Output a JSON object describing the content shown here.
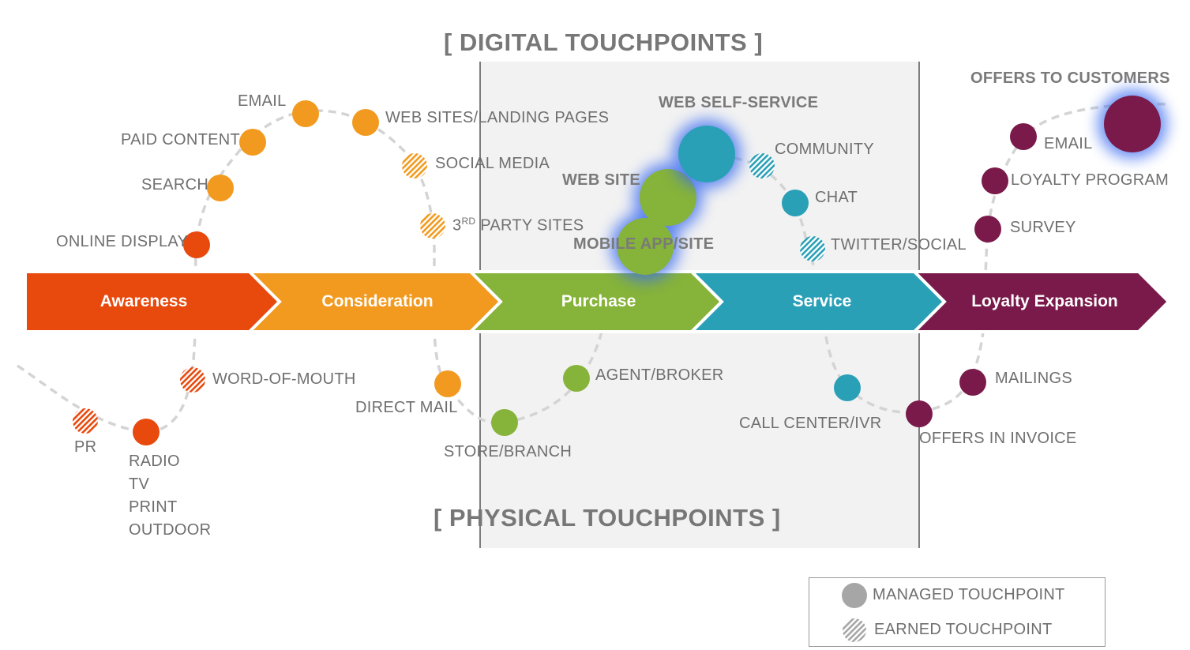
{
  "headings": {
    "digital": "[ DIGITAL TOUCHPOINTS ]",
    "physical": "[ PHYSICAL TOUCHPOINTS ]"
  },
  "stages": [
    {
      "label": "Awareness",
      "color": "#e8490d"
    },
    {
      "label": "Consideration",
      "color": "#f29a1f"
    },
    {
      "label": "Purchase",
      "color": "#86b339"
    },
    {
      "label": "Service",
      "color": "#2aa0b7"
    },
    {
      "label": "Loyalty Expansion",
      "color": "#7a1a4a"
    }
  ],
  "touchpoints": {
    "awareness": {
      "online_display": "ONLINE DISPLAY",
      "word_of_mouth": "WORD-OF-MOUTH",
      "pr": "PR",
      "radio": "RADIO",
      "tv": "TV",
      "print": "PRINT",
      "outdoor": "OUTDOOR"
    },
    "consideration": {
      "search": "SEARCH",
      "paid_content": "PAID CONTENT",
      "email": "EMAIL",
      "web_sites": "WEB SITES/LANDING PAGES",
      "social_media": "SOCIAL MEDIA",
      "third_party_prefix": "3",
      "third_party_sup": "RD",
      "third_party_rest": " PARTY SITES",
      "direct_mail": "DIRECT MAIL"
    },
    "purchase": {
      "web_site": "WEB SITE",
      "mobile_app": "MOBILE APP/SITE",
      "agent_broker": "AGENT/BROKER",
      "store_branch": "STORE/BRANCH"
    },
    "service": {
      "web_self_service": "WEB SELF-SERVICE",
      "community": "COMMUNITY",
      "chat": "CHAT",
      "twitter_social": "TWITTER/SOCIAL",
      "call_center": "CALL CENTER/IVR"
    },
    "loyalty": {
      "offers_to_customers": "OFFERS TO CUSTOMERS",
      "email": "EMAIL",
      "loyalty_program": "LOYALTY PROGRAM",
      "survey": "SURVEY",
      "mailings": "MAILINGS",
      "offers_in_invoice": "OFFERS IN INVOICE"
    }
  },
  "legend": {
    "managed": "MANAGED TOUCHPOINT",
    "earned": "EARNED TOUCHPOINT"
  },
  "colors": {
    "awareness": "#e8490d",
    "consideration": "#f29a1f",
    "purchase": "#86b339",
    "service": "#2aa0b7",
    "loyalty": "#7a1a4a",
    "panel": "#f2f2f2",
    "path": "#d4d4d4",
    "glow": "#3a6cf0"
  }
}
